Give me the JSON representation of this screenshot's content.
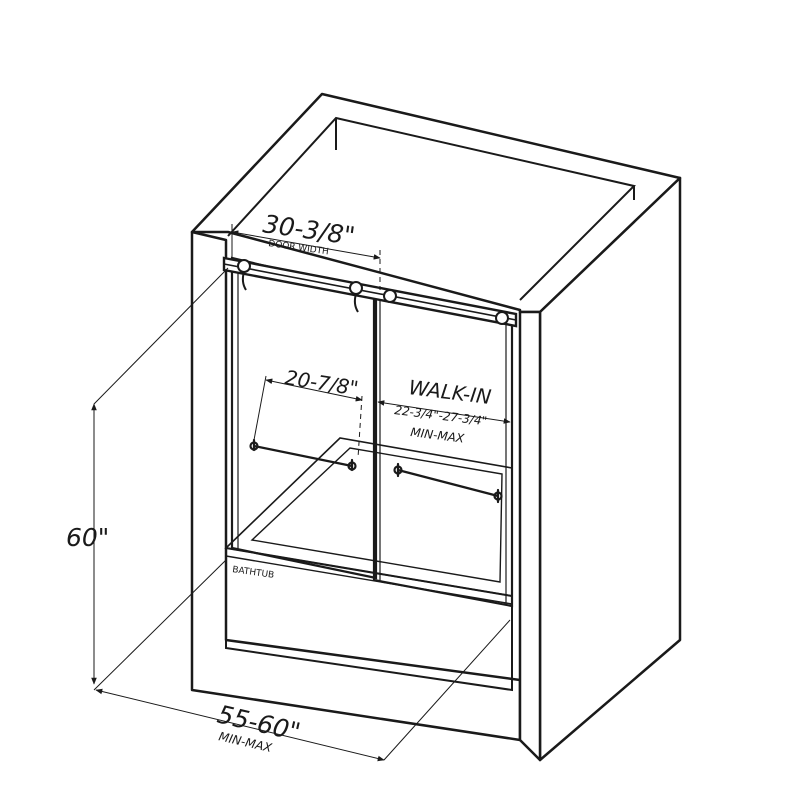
{
  "dimensions": {
    "door_width_value": "30-3/8\"",
    "door_width_label": "DOOR WIDTH",
    "towel_bar_value": "20-7/8\"",
    "walk_in_label": "WALK-IN",
    "walk_in_value": "22-3/4\"-27-3/4\"",
    "walk_in_minmax": "MIN-MAX",
    "height_value": "60\"",
    "width_value": "55-60\"",
    "width_minmax": "MIN-MAX"
  },
  "labels": {
    "bathtub": "BATHTUB"
  }
}
